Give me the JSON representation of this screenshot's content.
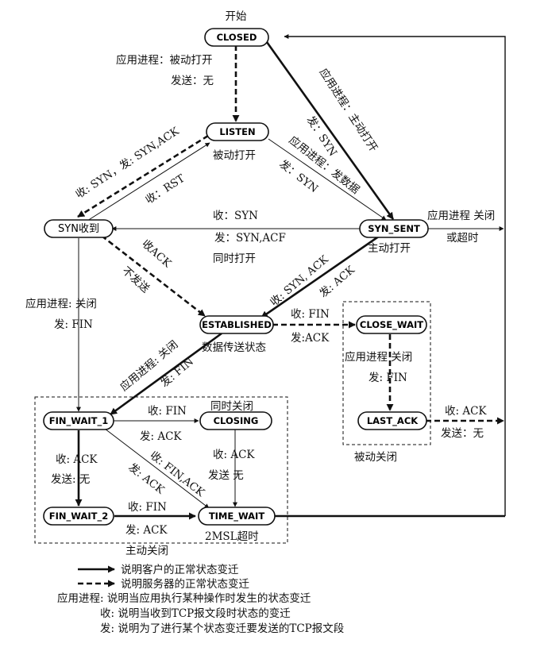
{
  "states": {
    "closed": "CLOSED",
    "listen": "LISTEN",
    "syn_rcvd": "SYN收到",
    "syn_sent": "SYN_SENT",
    "established": "ESTABLISHED",
    "close_wait": "CLOSE_WAIT",
    "fin_wait_1": "FIN_WAIT_1",
    "closing": "CLOSING",
    "last_ack": "LAST_ACK",
    "fin_wait_2": "FIN_WAIT_2",
    "time_wait": "TIME_WAIT"
  },
  "labels": {
    "start": "开始",
    "closed_listen_1": "应用进程：被动打开",
    "closed_listen_2": "发送：无",
    "active_open_1": "应用进程：主动打开",
    "active_open_2": "发：SYN",
    "send_data_1": "应用进程：发数据",
    "send_data_2": "发：SYN",
    "passive_open": "被动打开",
    "recv_syn_synack": "收: SYN，发: SYN,ACK",
    "recv_rst": "收：RST",
    "synsent_recv_syn": "收：SYN",
    "synsent_send": "发：SYN,ACF",
    "simultaneous_open": "同时打开",
    "close_timeout_1": "应用进程 关闭",
    "close_timeout_2": "或超时",
    "active_open_node": "主动打开",
    "recv_ack": "收ACK",
    "no_send": "不发送",
    "recv_syn_ack": "收: SYN, ACK",
    "send_ack": "发: ACK",
    "synrcvd_close": "应用进程: 关闭",
    "synrcvd_fin": "发:  FIN",
    "est_recv_fin": "收: FIN",
    "est_send_ack": "发:ACK",
    "data_transfer": "数据传送状态",
    "est_close": "应用进程: 关闭",
    "est_fin": "发: FIN",
    "closewait_close": "应用进程 关闭",
    "closewait_fin": "发:   FIN",
    "lastack_recv": "收: ACK",
    "lastack_send": "发送：无",
    "passive_close": "被动关闭",
    "simultaneous_close": "同时关闭",
    "fw1_recv_fin": "收: FIN",
    "fw1_send_ack": "发: ACK",
    "fw1_recv_finack": "收: FIN,ACK",
    "fw1_send_ack_diag": "发: ACK",
    "closing_recv_ack": "收: ACK",
    "closing_send_none": "发送  无",
    "fw1_fw2_recv_ack": "收:  ACK",
    "fw1_fw2_send_none": "发送:  无",
    "fw2_recv_fin": "收: FIN",
    "fw2_send_ack": "发: ACK",
    "msl_timeout": "2MSL超时",
    "active_close": "主动关闭"
  },
  "legend": {
    "client": "说明客户的正常状态变迁",
    "server": "说明服务器的正常状态变迁",
    "app": "应用进程: 说明当应用执行某种操作时发生的状态变迁",
    "recv": "收: 说明当收到TCP报文段时状态的变迁",
    "send": "发: 说明为了进行某个状态变迁要发送的TCP报文段"
  }
}
